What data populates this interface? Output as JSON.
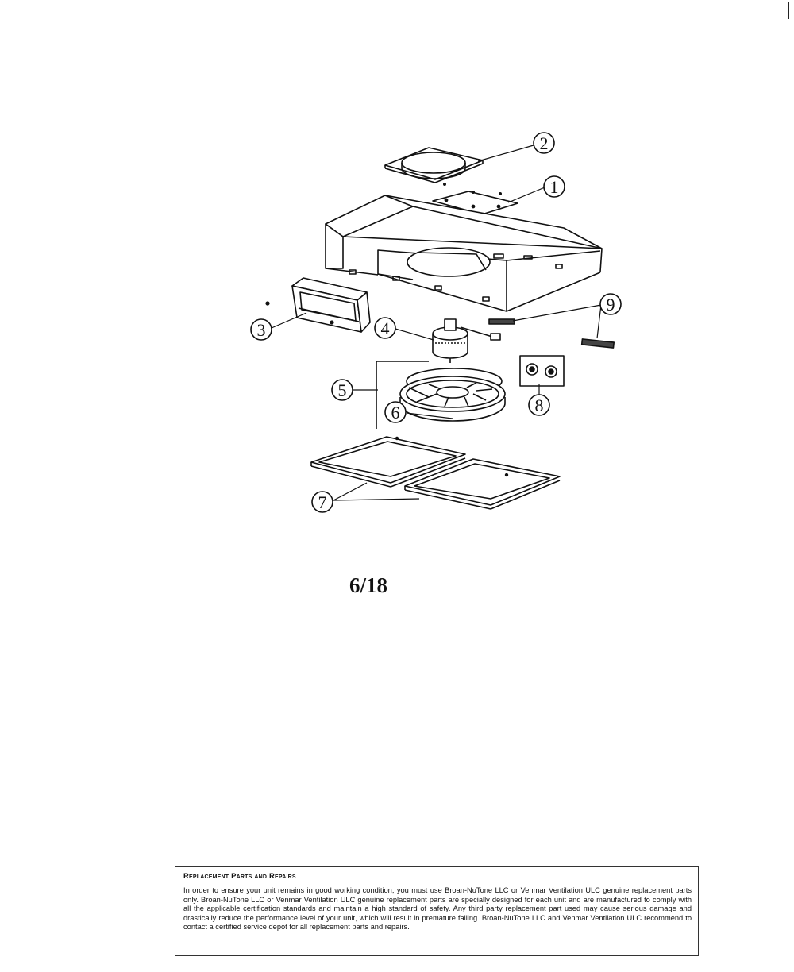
{
  "diagram": {
    "callouts": [
      "1",
      "2",
      "3",
      "4",
      "5",
      "6",
      "7",
      "8",
      "9"
    ]
  },
  "page_number": "6/18",
  "notice": {
    "title": "Replacement Parts and Repairs",
    "body": "In order to ensure your unit remains in good working condition, you must use Broan-NuTone LLC or Venmar Ventilation ULC genuine replacement parts only. Broan-NuTone LLC or Venmar Ventilation ULC genuine replacement parts are specially designed for each unit and are manufactured to comply with all the applicable certification standards and maintain a high standard of safety. Any third party replacement part used may cause serious damage and drastically reduce the performance level of your unit, which will result in premature failing. Broan-NuTone LLC and Venmar Ventilation ULC recommend to contact a certified service depot for all replacement parts and repairs."
  }
}
